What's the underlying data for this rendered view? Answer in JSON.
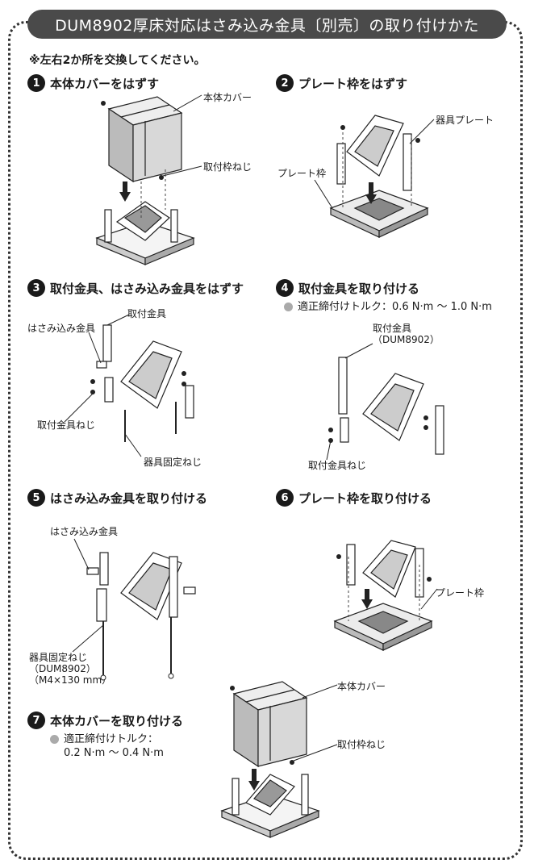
{
  "title": "DUM8902厚床対応はさみ込み金具〔別売〕の取り付けかた",
  "note": "※左右2か所を交換してください。",
  "steps": [
    {
      "num": "1",
      "label": "本体カバーをはずす"
    },
    {
      "num": "2",
      "label": "プレート枠をはずす"
    },
    {
      "num": "3",
      "label": "取付金具、はさみ込み金具をはずす"
    },
    {
      "num": "4",
      "label": "取付金具を取り付ける"
    },
    {
      "num": "5",
      "label": "はさみ込み金具を取り付ける"
    },
    {
      "num": "6",
      "label": "プレート枠を取り付ける"
    },
    {
      "num": "7",
      "label": "本体カバーを取り付ける"
    }
  ],
  "torque4": "適正締付けトルク：0.6 N·m ～ 1.0 N·m",
  "torque7_line1": "適正締付けトルク：",
  "torque7_line2": "0.2 N·m ～ 0.4 N·m",
  "labels": {
    "cover": "本体カバー",
    "frame_screw": "取付枠ねじ",
    "fixture_plate": "器具プレート",
    "plate_frame": "プレート枠",
    "bracket": "取付金具",
    "clamp": "はさみ込み金具",
    "bracket_screw": "取付金具ねじ",
    "fixing_screw": "器具固定ねじ",
    "bracket_model": "取付金具\n（DUM8902）",
    "fixing_screw_spec": "器具固定ねじ\n（DUM8902）\n（M4×130 mm）"
  }
}
